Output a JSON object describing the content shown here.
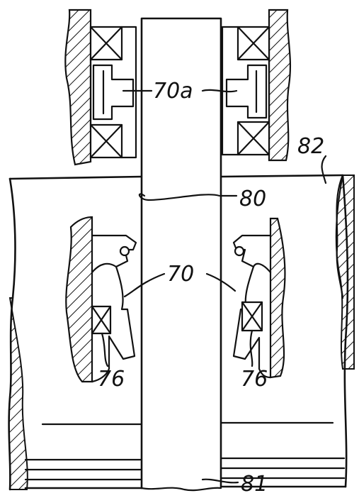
{
  "figure": {
    "labels": {
      "upper_seal": "70a",
      "lower_seal": "70",
      "bore": "80",
      "housing": "82",
      "left_bearing": "76",
      "right_bearing": "76",
      "shaft": "81"
    }
  }
}
